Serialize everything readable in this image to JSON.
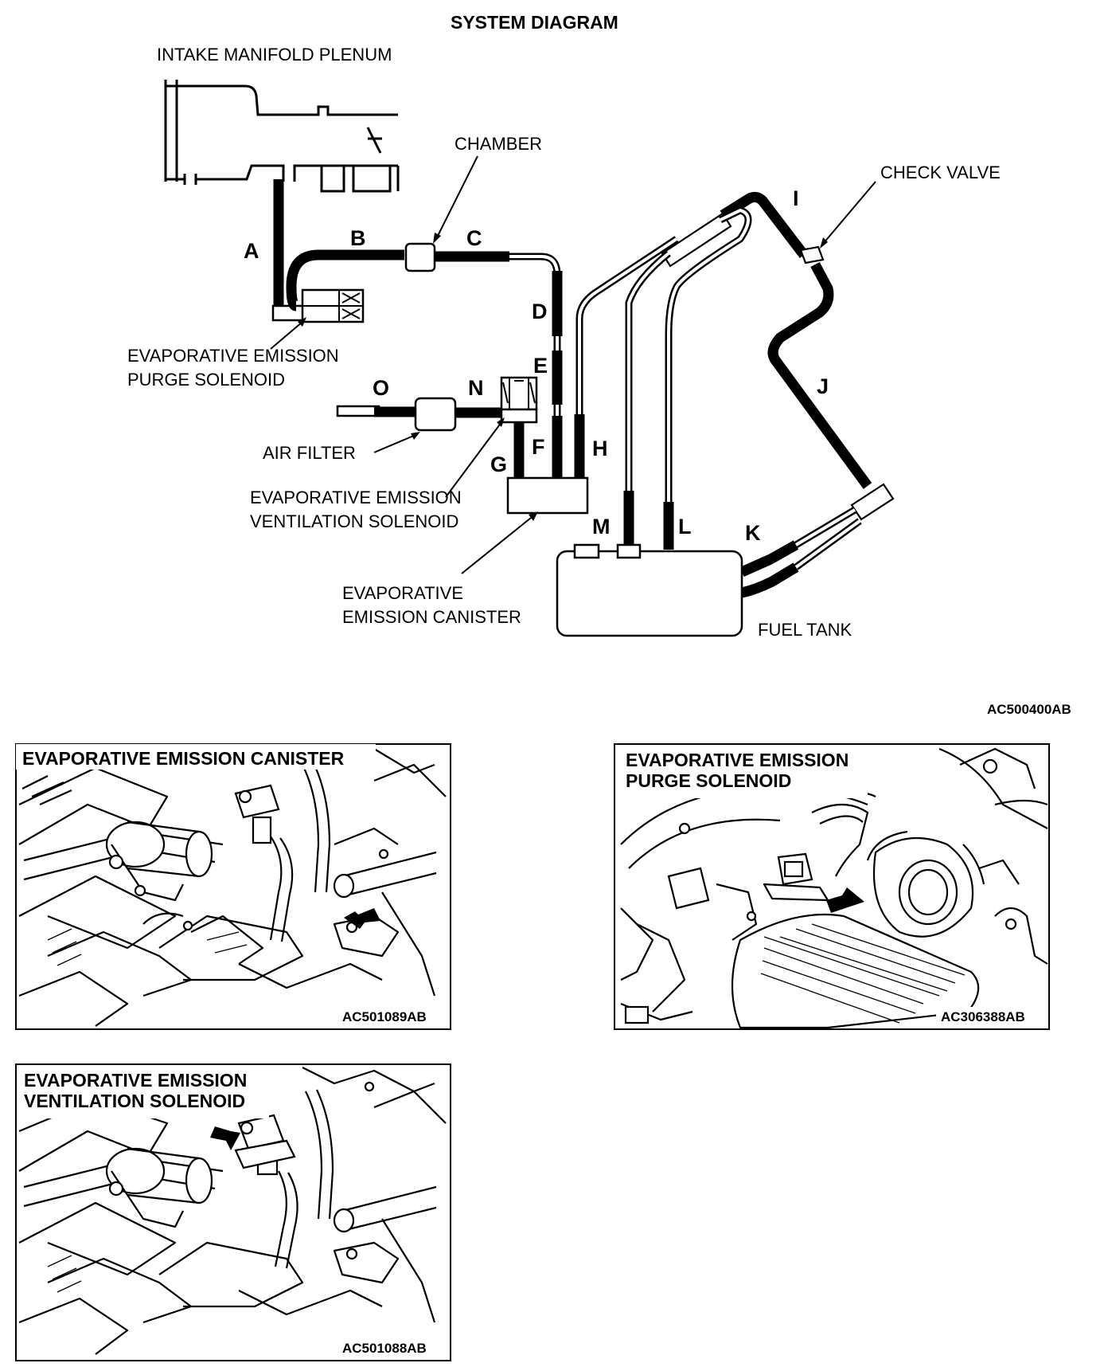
{
  "title": "SYSTEM DIAGRAM",
  "system_labels": {
    "intake": "INTAKE MANIFOLD PLENUM",
    "chamber": "CHAMBER",
    "check_valve": "CHECK VALVE",
    "purge_1": "EVAPORATIVE EMISSION",
    "purge_2": "PURGE SOLENOID",
    "air_filter": "AIR FILTER",
    "vent_1": "EVAPORATIVE EMISSION",
    "vent_2": "VENTILATION SOLENOID",
    "canister_1": "EVAPORATIVE",
    "canister_2": "EMISSION CANISTER",
    "fuel_tank": "FUEL TANK"
  },
  "hose_letters": {
    "a": "A",
    "b": "B",
    "c": "C",
    "d": "D",
    "e": "E",
    "f": "F",
    "g": "G",
    "h": "H",
    "i": "I",
    "j": "J",
    "k": "K",
    "l": "L",
    "m": "M",
    "n": "N",
    "o": "O"
  },
  "main_code": "AC500400AB",
  "panels": {
    "canister": {
      "title": "EVAPORATIVE EMISSION CANISTER",
      "code": "AC501089AB"
    },
    "purge": {
      "title_1": "EVAPORATIVE EMISSION",
      "title_2": "PURGE SOLENOID",
      "code": "AC306388AB"
    },
    "vent": {
      "title_1": "EVAPORATIVE EMISSION",
      "title_2": "VENTILATION SOLENOID",
      "code": "AC501088AB"
    }
  }
}
